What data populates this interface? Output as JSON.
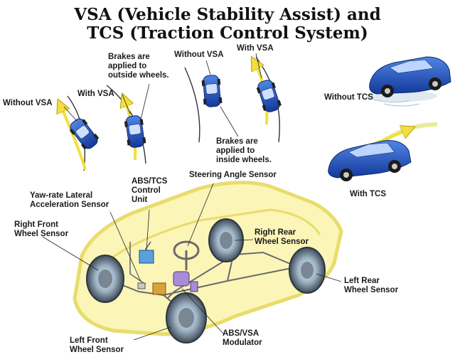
{
  "title": {
    "line1": "VSA (Vehicle Stability Assist) and",
    "line2": "TCS (Traction Control System)"
  },
  "scenarios": {
    "understeer": {
      "without_label": "Without VSA",
      "with_label": "With VSA",
      "note": [
        "Brakes are",
        "applied to",
        "outside wheels."
      ]
    },
    "oversteer": {
      "without_label": "Without VSA",
      "with_label": "With VSA",
      "note": [
        "Brakes are",
        "applied to",
        "inside wheels."
      ]
    }
  },
  "tcs": {
    "without_label": "Without TCS",
    "with_label": "With TCS"
  },
  "components": {
    "yaw_rate": [
      "Yaw-rate Lateral",
      "Acceleration Sensor"
    ],
    "abs_tcs_unit": [
      "ABS/TCS",
      "Control",
      "Unit"
    ],
    "steering_angle": "Steering Angle Sensor",
    "right_front": [
      "Right Front",
      "Wheel Sensor"
    ],
    "right_rear": [
      "Right Rear",
      "Wheel Sensor"
    ],
    "left_rear": [
      "Left Rear",
      "Wheel Sensor"
    ],
    "left_front": [
      "Left Front",
      "Wheel Sensor"
    ],
    "modulator": [
      "ABS/VSA",
      "Modulator"
    ]
  },
  "colors": {
    "car_blue": "#1f4fb0",
    "car_dark": "#0d2a6b",
    "chassis_fill": "#fbf5b8",
    "chassis_stroke": "#e9dc6a",
    "arrow_yellow": "#f2df3c",
    "wire": "#6a6a6a",
    "unit_blue": "#5aa0dc"
  }
}
